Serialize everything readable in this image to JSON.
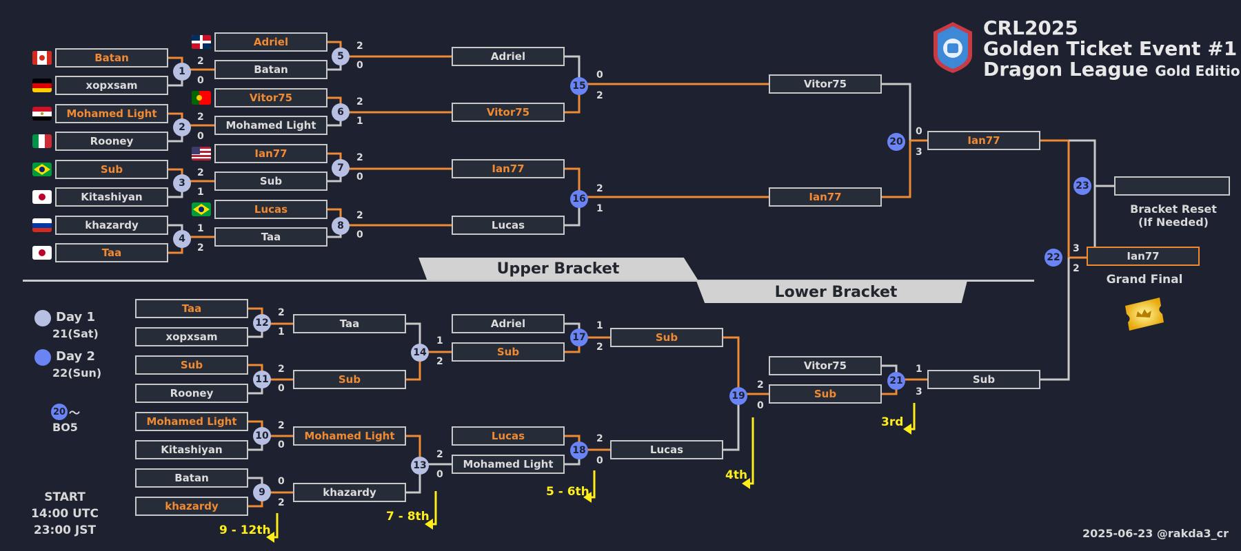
{
  "title": {
    "line1": "CRL2025",
    "line2": "Golden Ticket Event #1",
    "line3_main": "Dragon League",
    "line3_small": "Gold Edition"
  },
  "brand_colors": {
    "background": "#1d2130",
    "winner": "#f08a33",
    "box_border": "#c9c9c9",
    "day1": "#b7bfe3",
    "day2": "#6b84f5",
    "placement": "#ffee1a"
  },
  "section_labels": {
    "upper": "Upper Bracket",
    "lower": "Lower Bracket"
  },
  "legend": {
    "day1": "Day 1",
    "day1_date": "21(Sat)",
    "day2": "Day 2",
    "day2_date": "22(Sun)",
    "bo_num": "20",
    "bo_tilde": "～",
    "bo": "BO5"
  },
  "start": {
    "label": "START",
    "utc": "14:00 UTC",
    "jst": "23:00 JST"
  },
  "credit": "2025-06-23 @rakda3_cr",
  "bracket_reset": {
    "line1": "Bracket Reset",
    "line2": "(If Needed)"
  },
  "grand_final_label": "Grand Final",
  "placements": {
    "p9": "9 - 12th",
    "p7": "7 - 8th",
    "p5": "5 - 6th",
    "p4": "4th",
    "p3": "3rd"
  },
  "players": {
    "r1": [
      {
        "name": "Batan",
        "win": true,
        "flag": "canada-flag"
      },
      {
        "name": "xopxsam",
        "win": false,
        "flag": "germany-flag"
      },
      {
        "name": "Mohamed Light",
        "win": true,
        "flag": "egypt-flag"
      },
      {
        "name": "Rooney",
        "win": false,
        "flag": "italy-flag"
      },
      {
        "name": "Sub",
        "win": true,
        "flag": "brazil-flag"
      },
      {
        "name": "Kitashiyan",
        "win": false,
        "flag": "japan-flag"
      },
      {
        "name": "khazardy",
        "win": false,
        "flag": "russia-flag"
      },
      {
        "name": "Taa",
        "win": true,
        "flag": "japan-flag"
      }
    ],
    "r2": [
      {
        "name": "Adriel",
        "win": true,
        "flag": "dominican-flag"
      },
      {
        "name": "Batan",
        "win": false
      },
      {
        "name": "Vitor75",
        "win": true,
        "flag": "portugal-flag"
      },
      {
        "name": "Mohamed Light",
        "win": false
      },
      {
        "name": "Ian77",
        "win": true,
        "flag": "usa-flag"
      },
      {
        "name": "Sub",
        "win": false
      },
      {
        "name": "Lucas",
        "win": true,
        "flag": "brazil-flag"
      },
      {
        "name": "Taa",
        "win": false
      }
    ],
    "ubsf": [
      {
        "name": "Adriel",
        "win": false
      },
      {
        "name": "Vitor75",
        "win": true
      },
      {
        "name": "Ian77",
        "win": true
      },
      {
        "name": "Lucas",
        "win": false
      }
    ],
    "ubf": [
      {
        "name": "Vitor75",
        "win": false
      },
      {
        "name": "Ian77",
        "win": true
      }
    ],
    "ub_winner": [
      {
        "name": "Ian77",
        "win": true
      }
    ],
    "reset_box": [
      {
        "name": "",
        "win": false
      }
    ],
    "gf_box": [
      {
        "name": "Ian77",
        "win": false
      }
    ],
    "lr1": [
      {
        "name": "Taa",
        "win": true
      },
      {
        "name": "xopxsam",
        "win": false
      },
      {
        "name": "Sub",
        "win": true
      },
      {
        "name": "Rooney",
        "win": false
      },
      {
        "name": "Mohamed Light",
        "win": true
      },
      {
        "name": "Kitashiyan",
        "win": false
      },
      {
        "name": "Batan",
        "win": false
      },
      {
        "name": "khazardy",
        "win": true
      }
    ],
    "lr2": [
      {
        "name": "Taa",
        "win": false
      },
      {
        "name": "Sub",
        "win": true
      },
      {
        "name": "Mohamed Light",
        "win": true
      },
      {
        "name": "khazardy",
        "win": false
      }
    ],
    "lr3": [
      {
        "name": "Adriel",
        "win": false
      },
      {
        "name": "Sub",
        "win": true
      },
      {
        "name": "Lucas",
        "win": true
      },
      {
        "name": "Mohamed Light",
        "win": false
      }
    ],
    "lr4": [
      {
        "name": "Sub",
        "win": true
      },
      {
        "name": "Lucas",
        "win": false
      }
    ],
    "lr5": [
      {
        "name": "Vitor75",
        "win": false
      },
      {
        "name": "Sub",
        "win": true
      }
    ],
    "lbf": [
      {
        "name": "Sub",
        "win": false
      }
    ]
  },
  "matches": [
    {
      "num": "1",
      "day": 1,
      "s1": "2",
      "s2": "0"
    },
    {
      "num": "2",
      "day": 1,
      "s1": "2",
      "s2": "0"
    },
    {
      "num": "3",
      "day": 1,
      "s1": "2",
      "s2": "1"
    },
    {
      "num": "4",
      "day": 1,
      "s1": "1",
      "s2": "2"
    },
    {
      "num": "5",
      "day": 1,
      "s1": "2",
      "s2": "0"
    },
    {
      "num": "6",
      "day": 1,
      "s1": "2",
      "s2": "1"
    },
    {
      "num": "7",
      "day": 1,
      "s1": "2",
      "s2": "0"
    },
    {
      "num": "8",
      "day": 1,
      "s1": "2",
      "s2": "0"
    },
    {
      "num": "9",
      "day": 1,
      "s1": "0",
      "s2": "2"
    },
    {
      "num": "10",
      "day": 1,
      "s1": "2",
      "s2": "0"
    },
    {
      "num": "11",
      "day": 1,
      "s1": "2",
      "s2": "0"
    },
    {
      "num": "12",
      "day": 1,
      "s1": "2",
      "s2": "1"
    },
    {
      "num": "13",
      "day": 1,
      "s1": "2",
      "s2": "0"
    },
    {
      "num": "14",
      "day": 1,
      "s1": "1",
      "s2": "2"
    },
    {
      "num": "15",
      "day": 2,
      "s1": "0",
      "s2": "2"
    },
    {
      "num": "16",
      "day": 2,
      "s1": "2",
      "s2": "1"
    },
    {
      "num": "17",
      "day": 2,
      "s1": "1",
      "s2": "2"
    },
    {
      "num": "18",
      "day": 2,
      "s1": "2",
      "s2": "0"
    },
    {
      "num": "19",
      "day": 2,
      "s1": "2",
      "s2": "0"
    },
    {
      "num": "20",
      "day": 2,
      "s1": "0",
      "s2": "3"
    },
    {
      "num": "21",
      "day": 2,
      "s1": "1",
      "s2": "3"
    },
    {
      "num": "22",
      "day": 2,
      "s1": "3",
      "s2": "2"
    },
    {
      "num": "23",
      "day": 2
    }
  ]
}
